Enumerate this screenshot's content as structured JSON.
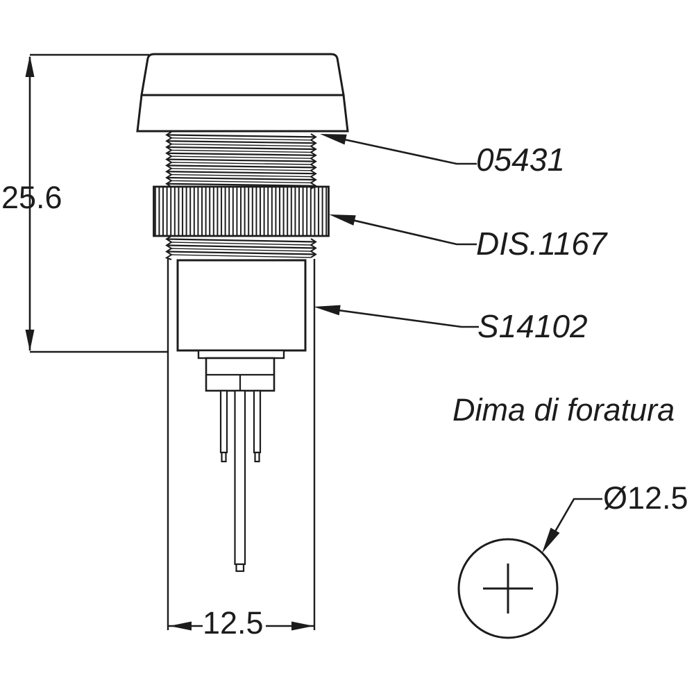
{
  "drawing": {
    "height_dimension": "25.6",
    "width_dimension": "12.5",
    "hole_diameter": "Ø12.5",
    "label_lens": "05431",
    "label_ring": "DIS.1167",
    "label_body": "S14102",
    "drill_template_title": "Dima di foratura"
  },
  "colors": {
    "line": "#1c1c1c",
    "background": "#ffffff"
  }
}
